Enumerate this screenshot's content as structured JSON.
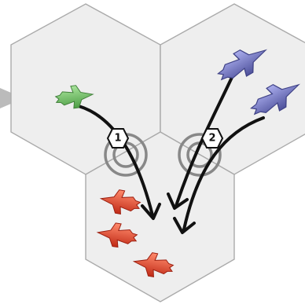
{
  "board": {
    "hexes": [
      {
        "name": "hex-top-left"
      },
      {
        "name": "hex-top-right"
      },
      {
        "name": "hex-bottom"
      }
    ],
    "badges": [
      {
        "label": "1"
      },
      {
        "label": "2"
      }
    ],
    "ships": {
      "green": {
        "count": 1,
        "color": "#6fc468"
      },
      "blue": {
        "count": 2,
        "color": "#6f72b8"
      },
      "red": {
        "count": 3,
        "color": "#e0442c"
      }
    },
    "colors": {
      "hex_fill": "#eeeeee",
      "hex_border": "#aaaaaa",
      "arrow": "#111111",
      "target_ring": "#888888",
      "offboard_arrow": "#bbbbbb"
    }
  }
}
